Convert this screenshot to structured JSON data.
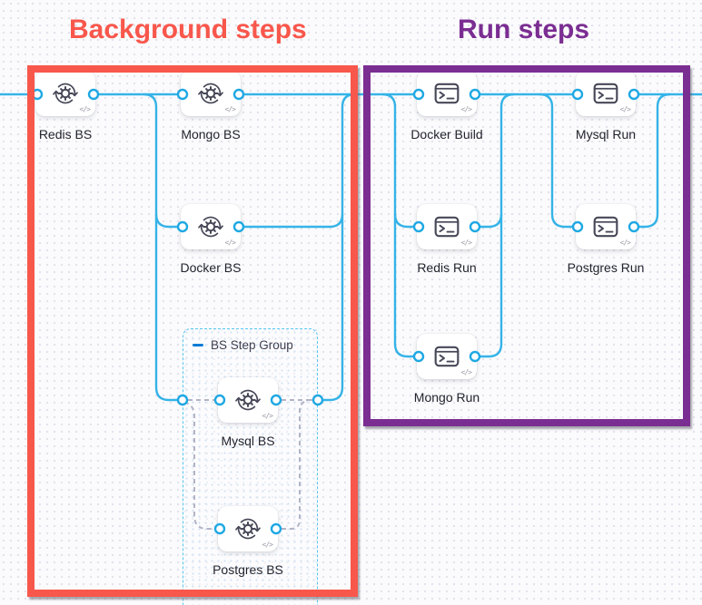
{
  "titles": {
    "background": "Background steps",
    "run": "Run steps"
  },
  "groups": {
    "bs_step_group": {
      "label": "BS Step Group",
      "collapse_icon": "minus"
    }
  },
  "nodes": [
    {
      "id": "redis-bs",
      "label": "Redis BS",
      "section": "background-steps",
      "icon": "background-step-icon"
    },
    {
      "id": "mongo-bs",
      "label": "Mongo BS",
      "section": "background-steps",
      "icon": "background-step-icon"
    },
    {
      "id": "docker-bs",
      "label": "Docker BS",
      "section": "background-steps",
      "icon": "background-step-icon"
    },
    {
      "id": "mysql-bs",
      "label": "Mysql BS",
      "section": "background-steps",
      "group": "BS Step Group",
      "icon": "background-step-icon"
    },
    {
      "id": "postgres-bs",
      "label": "Postgres BS",
      "section": "background-steps",
      "group": "BS Step Group",
      "icon": "background-step-icon"
    },
    {
      "id": "docker-build",
      "label": "Docker Build",
      "section": "run-steps",
      "icon": "run-step-icon"
    },
    {
      "id": "mysql-run",
      "label": "Mysql Run",
      "section": "run-steps",
      "icon": "run-step-icon"
    },
    {
      "id": "redis-run",
      "label": "Redis Run",
      "section": "run-steps",
      "icon": "run-step-icon"
    },
    {
      "id": "postgres-run",
      "label": "Postgres Run",
      "section": "run-steps",
      "icon": "run-step-icon"
    },
    {
      "id": "mongo-run",
      "label": "Mongo Run",
      "section": "run-steps",
      "icon": "run-step-icon"
    }
  ],
  "icons": {
    "code_glyph": "</>"
  },
  "colors": {
    "accent_red": "#F8574C",
    "accent_purple": "#7B2E92",
    "connector_blue": "#35B3E7",
    "port_blue": "#1FA8E3",
    "group_border_blue": "#55C5EF",
    "dashed_gray": "#B2B3C5"
  }
}
